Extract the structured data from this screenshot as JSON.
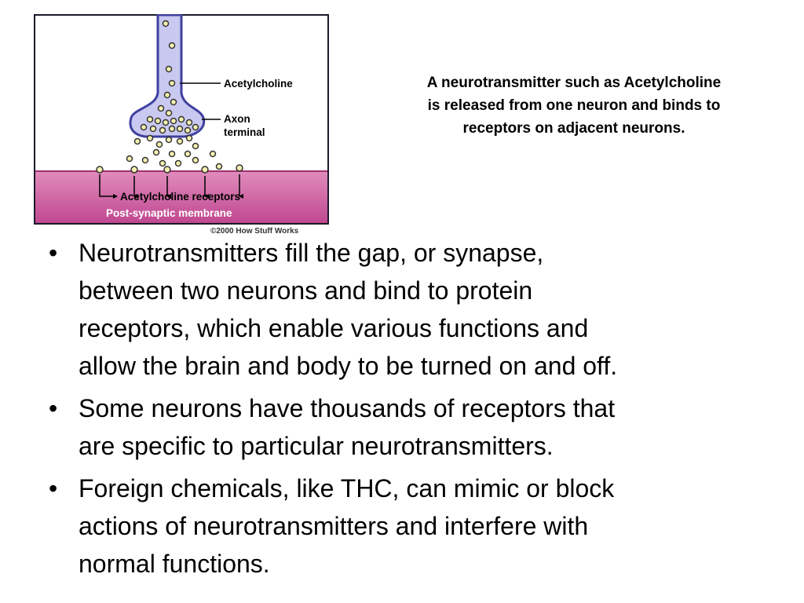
{
  "diagram": {
    "labels": {
      "acetylcholine": "Acetylcholine",
      "axon_terminal_line1": "Axon",
      "axon_terminal_line2": "terminal",
      "receptors": "Acetylcholine receptors",
      "membrane": "Post-synaptic membrane"
    },
    "copyright": "©2000 How Stuff Works",
    "colors": {
      "frame": "#1a1a2a",
      "background": "#ffffff",
      "axon_fill": "#c8c8f0",
      "axon_stroke": "#4040a0",
      "vesicle_fill": "#f4f0b0",
      "membrane_top": "#d880b0",
      "membrane_bottom": "#c04890",
      "membrane_text": "#ffffff",
      "label_text": "#000000"
    }
  },
  "caption": {
    "lines": [
      "A neurotransmitter such as Acetylcholine",
      "is released from one neuron and binds to",
      "receptors on adjacent neurons."
    ]
  },
  "bullets": [
    {
      "lines": [
        "Neurotransmitters fill the gap, or synapse,",
        "between two neurons and bind to protein",
        "receptors, which enable various functions and",
        "allow the brain and body to be turned on and off."
      ]
    },
    {
      "lines": [
        "Some neurons have thousands of receptors that",
        "are specific to particular neurotransmitters."
      ]
    },
    {
      "lines": [
        "Foreign chemicals, like THC, can mimic or block",
        "actions of neurotransmitters and interfere with",
        "normal functions."
      ]
    }
  ],
  "bullet_marker": "•"
}
